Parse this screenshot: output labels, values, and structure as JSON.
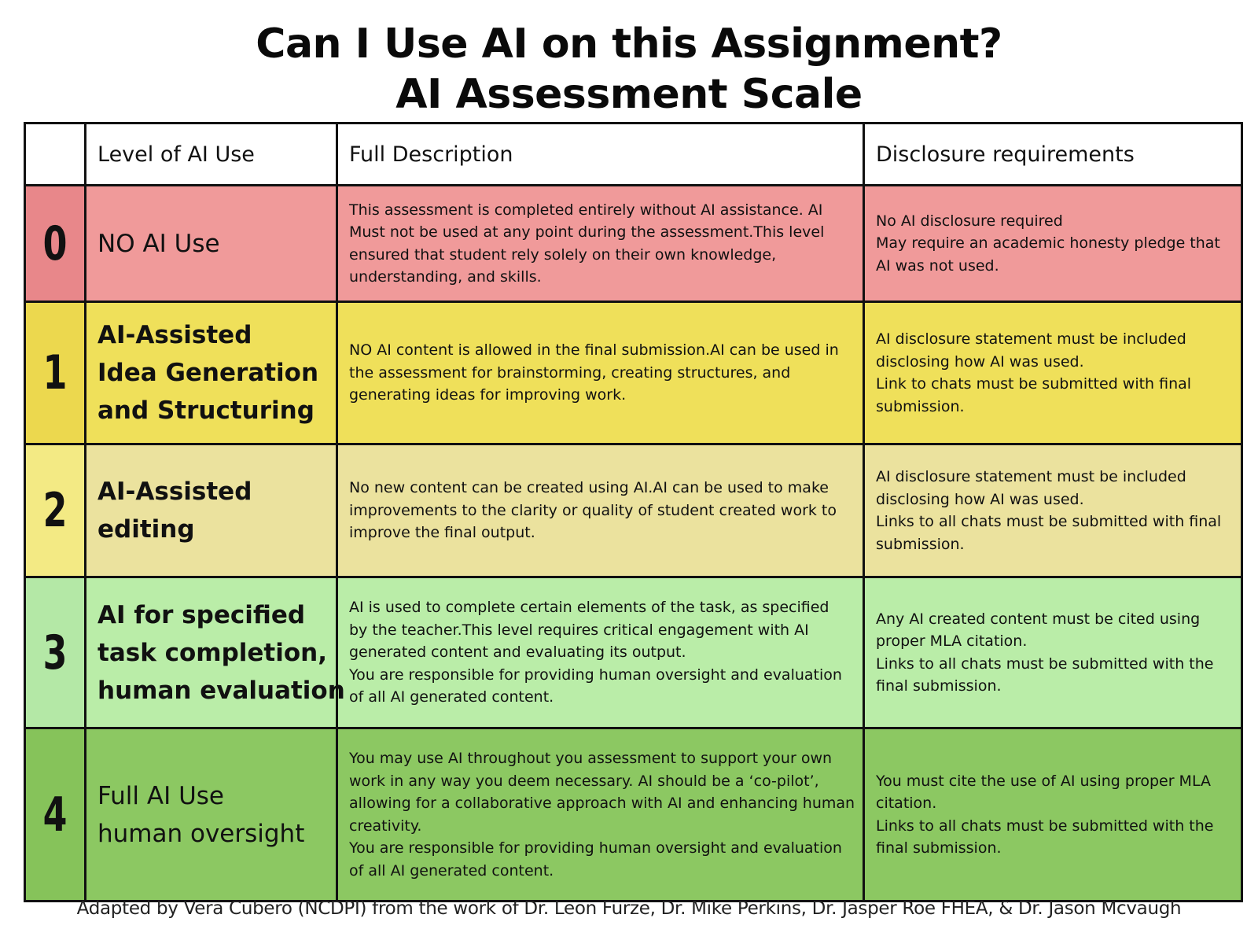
{
  "header": {
    "title_line1": "Can I Use AI on this Assignment?",
    "title_line2": "AI Assessment Scale"
  },
  "columns": {
    "number": "",
    "level": "Level of AI Use",
    "description": "Full Description",
    "disclosure": "Disclosure requirements"
  },
  "colors": {
    "level0_num": "#e8878a",
    "level0": "#f09a9a",
    "level1_num": "#ecd84e",
    "level1": "#efe05a",
    "level2_num": "#f3ea84",
    "level2": "#ebe29e",
    "level3_num": "#b4e8a6",
    "level3": "#baeda8",
    "level4_num": "#86c35a",
    "level4": "#8cc862"
  },
  "levels": [
    {
      "number": "0",
      "name_lines": [
        "NO AI Use"
      ],
      "description_lines": [
        "This assessment is completed entirely without AI assistance. AI",
        "Must not be used at any point during the assessment.This level",
        "ensured that student rely solely on their own knowledge,",
        "understanding, and skills."
      ],
      "disclosure_lines": [
        "No AI disclosure required",
        "May require an academic honesty pledge  that",
        "AI was not used."
      ]
    },
    {
      "number": "1",
      "name_lines": [
        "AI-Assisted",
        "Idea Generation",
        "and Structuring"
      ],
      "description_lines": [
        "NO AI content is allowed in the final submission.AI can be used in",
        "the assessment for brainstorming, creating structures, and",
        "generating ideas for improving work."
      ],
      "disclosure_lines": [
        "AI disclosure statement must be included",
        "disclosing how AI was used.",
        "Link to chats must be submitted with final",
        "submission."
      ]
    },
    {
      "number": "2",
      "name_lines": [
        "AI-Assisted",
        "editing"
      ],
      "description_lines": [
        "No new content can be created using AI.AI can be used to make",
        "improvements to the clarity or quality of student created work to",
        "improve the final output."
      ],
      "disclosure_lines": [
        "AI disclosure statement must be included",
        "disclosing how AI was used.",
        "Links to all chats must be submitted with final",
        "submission."
      ]
    },
    {
      "number": "3",
      "name_lines": [
        "AI for specified",
        "task completion,",
        "human evaluation"
      ],
      "description_lines": [
        "AI is used to complete certain elements of the task, as specified",
        "by the teacher.This level requires critical engagement with AI",
        "generated content and evaluating its output.",
        "You are responsible for providing human oversight and evaluation",
        "of all AI generated content."
      ],
      "disclosure_lines": [
        "Any AI created content must be cited using",
        "proper MLA citation.",
        "Links to all chats must be submitted with the",
        "final submission."
      ]
    },
    {
      "number": "4",
      "name_lines": [
        "Full AI Use",
        "human oversight"
      ],
      "description_lines": [
        "You may use AI throughout you assessment to support your own",
        "work in any way you deem necessary. AI should be a ‘co-pilot’,",
        "allowing for a collaborative approach with AI and enhancing human",
        "creativity.",
        "You are responsible for providing human oversight and evaluation",
        "of all AI generated content."
      ],
      "disclosure_lines": [
        "You must cite the use of AI using proper MLA",
        "citation.",
        "Links to all chats must be submitted with the",
        "final submission."
      ]
    }
  ],
  "footer": {
    "credit": "Adapted by Vera Cubero (NCDPI) from the work of  Dr. Leon Furze, Dr. Mike Perkins, Dr. Jasper Roe FHEA, & Dr. Jason Mcvaugh"
  }
}
